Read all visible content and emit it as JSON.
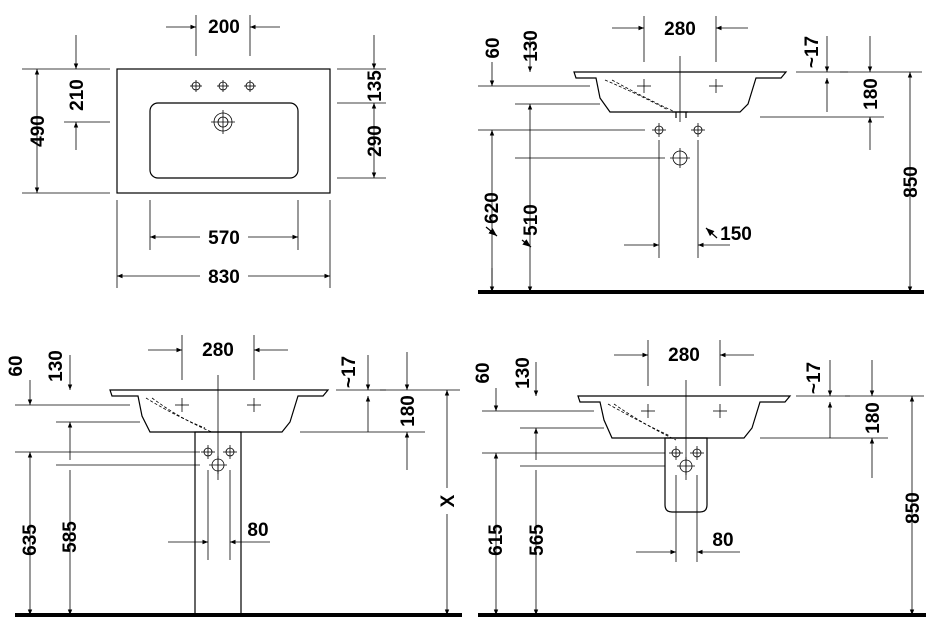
{
  "views": {
    "top": {
      "dim_tap_spacing": "200",
      "dim_depth_total": "490",
      "dim_depth_front": "210",
      "dim_depth_back": "135",
      "dim_depth_bowl": "290",
      "dim_bowl_width": "570",
      "dim_total_width": "830"
    },
    "front_wall": {
      "dim_tap_spacing": "280",
      "dim_rim": "60",
      "dim_bowl_top": "130",
      "dim_deck": "~17",
      "dim_basin_height": "180",
      "dim_mount_height": "850",
      "dim_620": "620",
      "dim_510": "510",
      "dim_150": "150"
    },
    "front_pedestal": {
      "dim_tap_spacing": "280",
      "dim_rim": "60",
      "dim_bowl_top": "130",
      "dim_deck": "~17",
      "dim_basin_height": "180",
      "dim_height_x": "X",
      "dim_635": "635",
      "dim_585": "585",
      "dim_80": "80"
    },
    "front_semi_pedestal": {
      "dim_tap_spacing": "280",
      "dim_rim": "60",
      "dim_bowl_top": "130",
      "dim_deck": "~17",
      "dim_basin_height": "180",
      "dim_mount_height": "850",
      "dim_615": "615",
      "dim_565": "565",
      "dim_80": "80"
    }
  }
}
